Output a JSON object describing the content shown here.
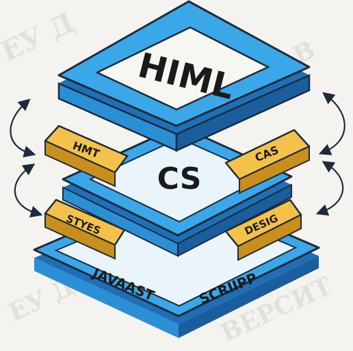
{
  "layers": {
    "top": {
      "label": "HIML"
    },
    "middle": {
      "label": "CS"
    },
    "bottom": {
      "left_label": "JAVAAST",
      "right_label": "SCRIIPP"
    }
  },
  "side_tabs": {
    "upper_left": "HMT",
    "upper_right": "CAS",
    "lower_left": "STYES",
    "lower_right": "DESIG"
  },
  "colors": {
    "layer_blue": "#3aa7e8",
    "layer_blue_dark": "#1f6fb8",
    "layer_face": "#eaf4fb",
    "tab_yellow": "#f4c24a",
    "tab_yellow_dark": "#c98e1b",
    "outline": "#1d2b3a",
    "background": "#f4f3ef"
  }
}
